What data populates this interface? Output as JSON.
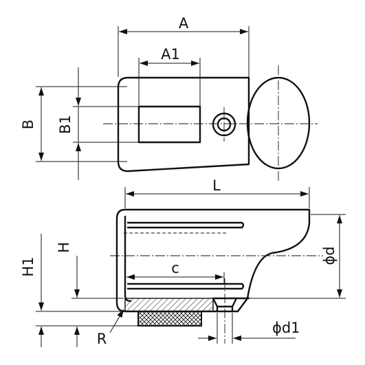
{
  "drawing": {
    "dimension_labels": {
      "A": "A",
      "A1": "A1",
      "B": "B",
      "B1": "B1",
      "L": "L",
      "H": "H",
      "H1": "H1",
      "c": "c",
      "d": "ϕd",
      "d1": "ϕd1",
      "R": "R"
    }
  }
}
